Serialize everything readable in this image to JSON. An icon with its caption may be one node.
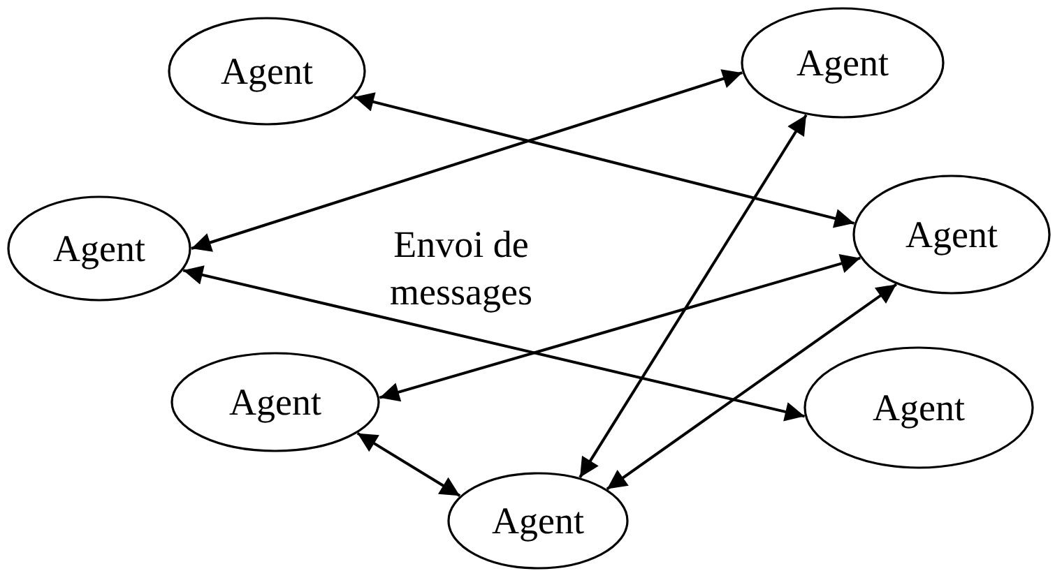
{
  "diagram": {
    "nodes": [
      {
        "text": [
          "Agent"
        ]
      },
      {
        "text": [
          "Agent"
        ]
      },
      {
        "text": [
          "Agent"
        ]
      },
      {
        "text": [
          "Agent"
        ]
      },
      {
        "text": [
          "Agent"
        ]
      },
      {
        "text": [
          "Agent"
        ]
      },
      {
        "text": [
          "Agent"
        ]
      }
    ],
    "edges": [
      {
        "from": 0,
        "to": 3,
        "arrow": "both"
      },
      {
        "from": 2,
        "to": 1,
        "arrow": "both"
      },
      {
        "from": 2,
        "to": 5,
        "arrow": "both"
      },
      {
        "from": 4,
        "to": 3,
        "arrow": "both"
      },
      {
        "from": 4,
        "to": 6,
        "arrow": "both"
      },
      {
        "from": 6,
        "to": 1,
        "arrow": "both"
      },
      {
        "from": 6,
        "to": 3,
        "arrow": "both"
      }
    ],
    "labels": [
      "Envoi de messages"
    ]
  }
}
